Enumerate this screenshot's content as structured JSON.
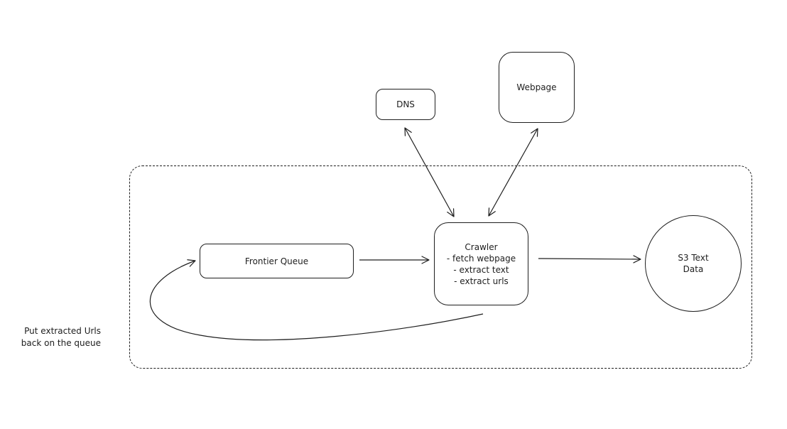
{
  "diagram": {
    "nodes": {
      "dns": {
        "label": "DNS"
      },
      "webpage": {
        "label": "Webpage"
      },
      "frontier_queue": {
        "label": "Frontier Queue"
      },
      "crawler": {
        "title": "Crawler",
        "steps": [
          "- fetch webpage",
          "- extract text",
          "- extract urls"
        ]
      },
      "s3": {
        "label": "S3 Text\nData"
      }
    },
    "annotation": {
      "text": "Put extracted Urls\nback on the queue"
    },
    "edges": [
      {
        "from": "dns",
        "to": "crawler",
        "direction": "both"
      },
      {
        "from": "webpage",
        "to": "crawler",
        "direction": "both"
      },
      {
        "from": "frontier_queue",
        "to": "crawler",
        "direction": "forward"
      },
      {
        "from": "crawler",
        "to": "s3",
        "direction": "forward"
      },
      {
        "from": "crawler",
        "to": "frontier_queue",
        "direction": "forward",
        "style": "curved"
      }
    ],
    "colors": {
      "stroke": "#1e1e1e",
      "background": "#ffffff"
    }
  }
}
